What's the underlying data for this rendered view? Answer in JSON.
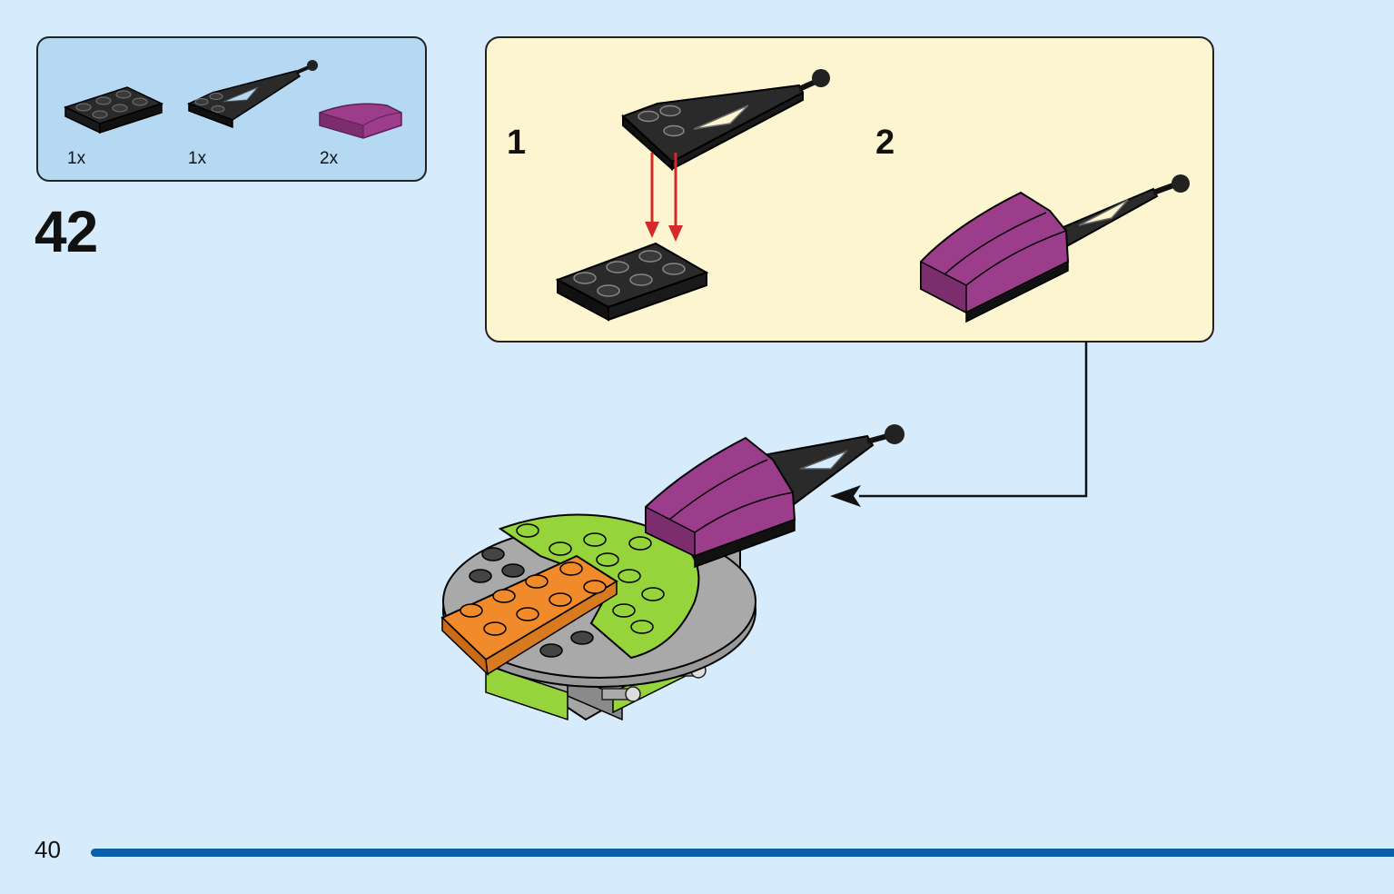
{
  "parts_list": {
    "items": [
      {
        "icon": "black-plate-2x3-icon",
        "qty": "1x"
      },
      {
        "icon": "black-wing-plate-icon",
        "qty": "1x"
      },
      {
        "icon": "magenta-curved-slope-icon",
        "qty": "2x"
      }
    ]
  },
  "step": {
    "number": "42"
  },
  "sub_assembly": {
    "steps": [
      {
        "label": "1"
      },
      {
        "label": "2"
      }
    ]
  },
  "footer": {
    "page_number": "40"
  },
  "colors": {
    "background": "#d6ebfb",
    "parts_box": "#b6d9f3",
    "sub_box": "#fdf5d0",
    "arrow_red": "#d42a2a",
    "magenta": "#9c3d8c",
    "lime": "#95d43b",
    "orange": "#f08a2a",
    "rule_blue": "#0a5fa8"
  }
}
